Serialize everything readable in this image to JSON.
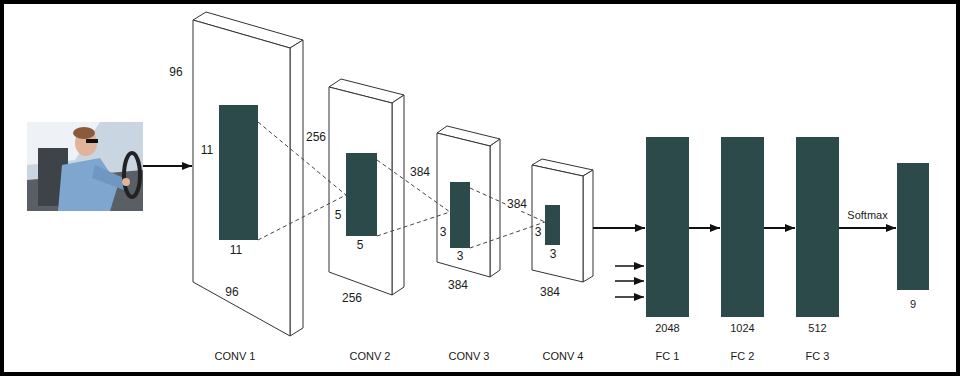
{
  "diagram": {
    "nodes": [
      {
        "text": [
          "CONV 1"
        ]
      },
      {
        "text": [
          "CONV 2"
        ]
      },
      {
        "text": [
          "CONV 3"
        ]
      },
      {
        "text": [
          "CONV 4"
        ]
      },
      {
        "text": [
          "2048",
          "FC 1"
        ]
      },
      {
        "text": [
          "1024",
          "FC 2"
        ]
      },
      {
        "text": [
          "512",
          "FC 3"
        ]
      },
      {
        "text": [
          "9"
        ]
      }
    ],
    "edges": [
      {
        "from": 3,
        "to": 4,
        "arrow": "to"
      },
      {
        "from": 4,
        "to": 5,
        "arrow": "to"
      },
      {
        "from": 5,
        "to": 6,
        "arrow": "to"
      },
      {
        "from": 6,
        "to": 7,
        "label": "Softmax",
        "arrow": "to"
      }
    ],
    "labels": [
      "96",
      "11",
      "11",
      "96",
      "256",
      "5",
      "5",
      "256",
      "384",
      "3",
      "3",
      "384",
      "384",
      "3",
      "3",
      "384"
    ]
  }
}
